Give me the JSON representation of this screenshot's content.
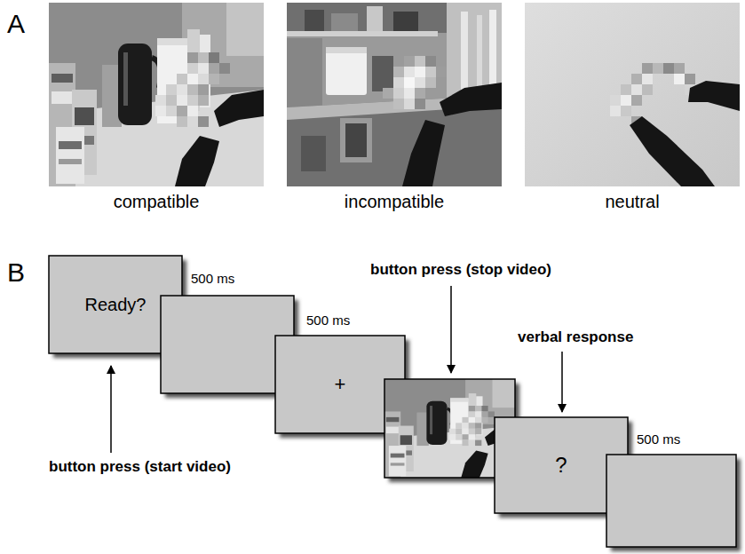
{
  "diagram": {
    "nodes": [
      {
        "text": [
          "Ready?"
        ]
      },
      {
        "text": [
          "+"
        ]
      },
      {
        "text": [
          "?"
        ]
      }
    ],
    "labels": [
      "A",
      "compatible",
      "incompatible",
      "neutral",
      "B",
      "500 ms",
      "500 ms",
      "500 ms",
      "button press (start video)",
      "button press (stop video)",
      "verbal response"
    ]
  }
}
